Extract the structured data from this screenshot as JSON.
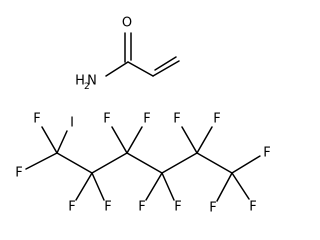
{
  "molecule_1": {
    "oxygen": "O",
    "amine_nitrogen": "N",
    "amine_hydrogen": "H",
    "amine_hydrogen_count": "2"
  },
  "molecule_2": {
    "iodine": "I",
    "fluorine": "F"
  }
}
